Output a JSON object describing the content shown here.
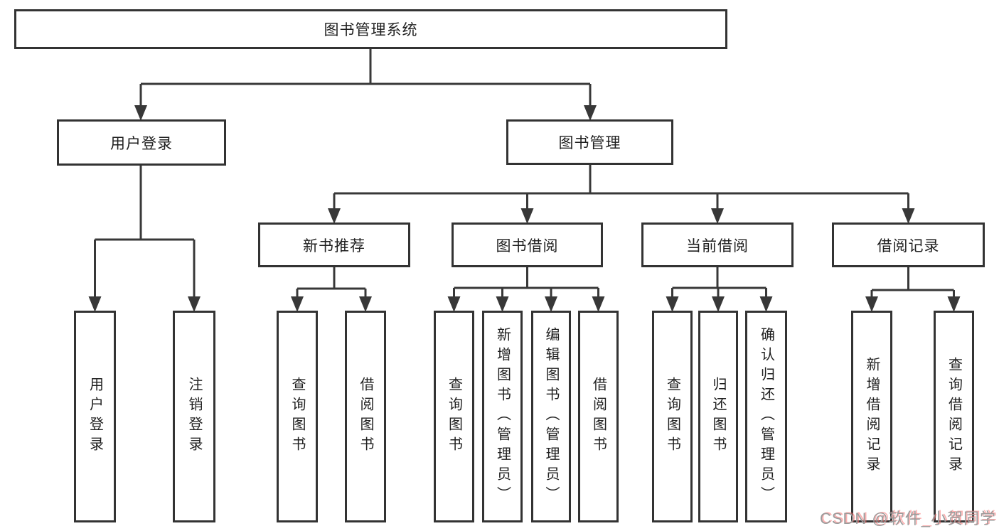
{
  "page": {
    "background": "#ffffff"
  },
  "diagram": {
    "colors": {
      "line": "#383838",
      "box_border": "#333333",
      "box_fill": "#ffffff",
      "text": "#1f1f1f"
    },
    "root": {
      "label": "图书管理系统"
    },
    "level2": {
      "user_login": {
        "label": "用户登录"
      },
      "book_management": {
        "label": "图书管理"
      }
    },
    "level3": {
      "new_book_recommend": {
        "label": "新书推荐"
      },
      "book_borrow": {
        "label": "图书借阅"
      },
      "current_borrow": {
        "label": "当前借阅"
      },
      "borrow_records": {
        "label": "借阅记录"
      }
    },
    "leaves": {
      "user_login": {
        "label": "用户登录"
      },
      "logout": {
        "label": "注销登录"
      },
      "recommend_query_books": {
        "label": "查询图书"
      },
      "recommend_borrow_books": {
        "label": "借阅图书"
      },
      "borrow_query_books": {
        "label": "查询图书"
      },
      "borrow_add_books": {
        "label": "新增图书（管理员）"
      },
      "borrow_edit_books": {
        "label": "编辑图书（管理员）"
      },
      "borrow_borrow_books": {
        "label": "借阅图书"
      },
      "current_query_books": {
        "label": "查询图书"
      },
      "current_return_books": {
        "label": "归还图书"
      },
      "current_confirm_return": {
        "label": "确认归还（管理员）"
      },
      "records_add_record": {
        "label": "新增借阅记录"
      },
      "records_query_record": {
        "label": "查询借阅记录"
      }
    }
  },
  "watermark": {
    "text": "CSDN @软件_小贺同学",
    "color": "#9b9b9b",
    "shadow_color": "#fa6e6e"
  }
}
